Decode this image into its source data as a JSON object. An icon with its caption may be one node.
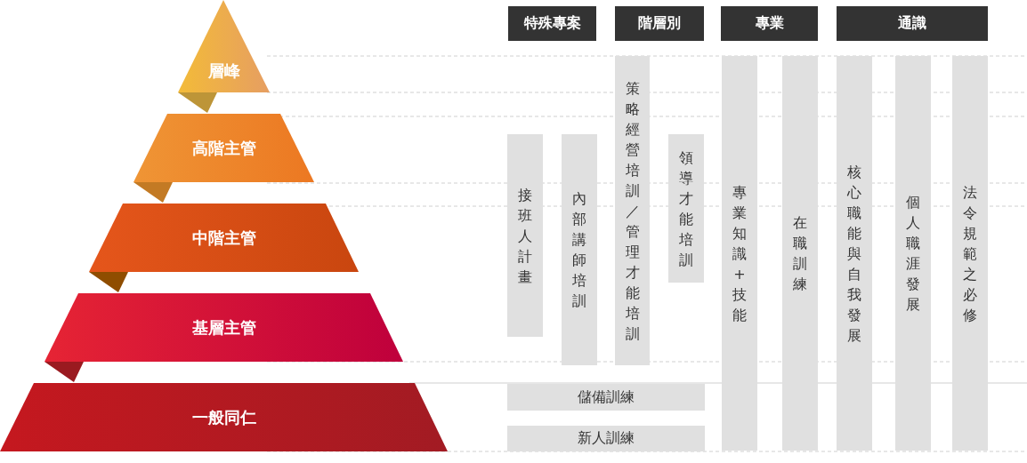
{
  "diagram": {
    "nodes": [
      {
        "text": [
          "特殊專案"
        ]
      },
      {
        "text": [
          "階層別"
        ]
      },
      {
        "text": [
          "專業"
        ]
      },
      {
        "text": [
          "通識"
        ]
      },
      {
        "text": [
          "層峰"
        ]
      },
      {
        "text": [
          "高階主管"
        ]
      },
      {
        "text": [
          "中階主管"
        ]
      },
      {
        "text": [
          "基層主管"
        ]
      },
      {
        "text": [
          "一般同仁"
        ]
      },
      {
        "text": [
          "接班人計畫"
        ]
      },
      {
        "text": [
          "內部講師培訓"
        ]
      },
      {
        "text": [
          "策略經營培訓／管理才能培訓"
        ]
      },
      {
        "text": [
          "領導才能培訓"
        ]
      },
      {
        "text": [
          "專業知識+技能"
        ]
      },
      {
        "text": [
          "在職訓練"
        ]
      },
      {
        "text": [
          "核心職能與自我發展"
        ]
      },
      {
        "text": [
          "個人職涯發展"
        ]
      },
      {
        "text": [
          "法令規範之必修"
        ]
      },
      {
        "text": [
          "儲備訓練"
        ]
      },
      {
        "text": [
          "新人訓練"
        ]
      }
    ]
  }
}
